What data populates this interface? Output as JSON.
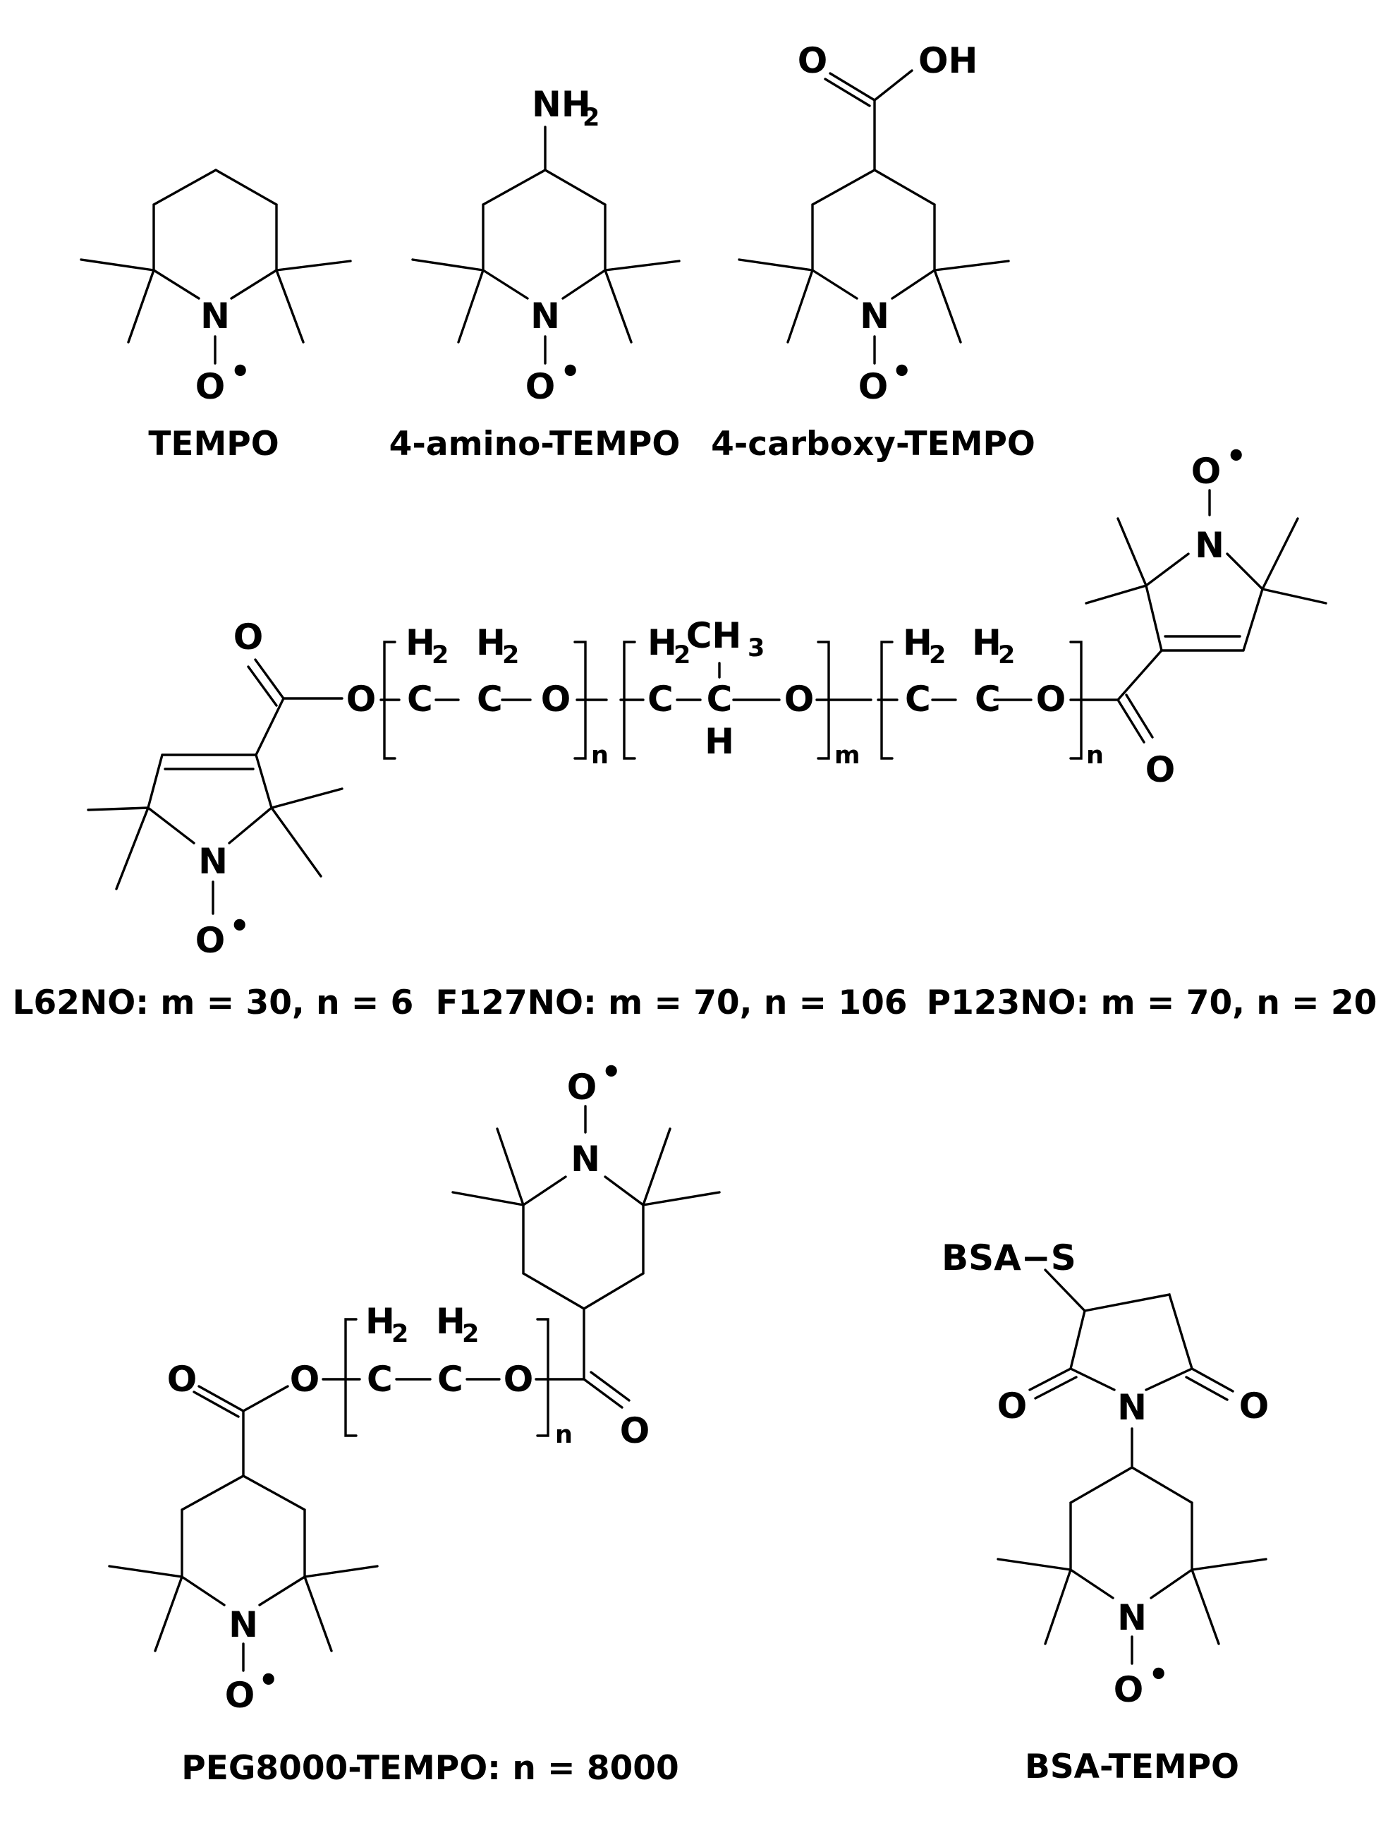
{
  "labels": {
    "tempo": "TEMPO",
    "amino_tempo": "4-amino-TEMPO",
    "carboxy_tempo": "4-carboxy-TEMPO",
    "l62no": "L62NO: m = 30, n = 6",
    "f127no": "F127NO: m = 70, n = 106",
    "p123no": "P123NO: m = 70, n = 20",
    "peg_tempo": "PEG8000-TEMPO:  n = 8000",
    "bsa_tempo": "BSA-TEMPO"
  },
  "atoms": {
    "N": "N",
    "O": "O",
    "C": "C",
    "H": "H",
    "OH": "OH",
    "NH": "NH",
    "CH": "CH",
    "BSA_S": "BSA−S",
    "two": "2",
    "three": "3",
    "n": "n",
    "m": "m",
    "radical": "•"
  }
}
